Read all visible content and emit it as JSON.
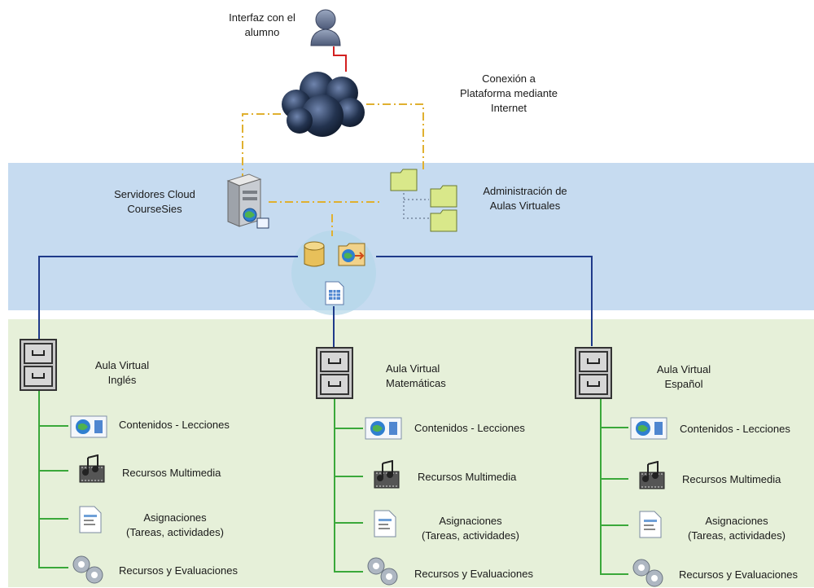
{
  "student": {
    "label_line1": "Interfaz con el",
    "label_line2": "alumno"
  },
  "internet": {
    "label_line1": "Conexión a",
    "label_line2": "Plataforma mediante",
    "label_line3": "Internet"
  },
  "servers": {
    "label_line1": "Servidores Cloud",
    "label_line2": "CourseSies"
  },
  "admin": {
    "label_line1": "Administración de",
    "label_line2": "Aulas Virtuales"
  },
  "classrooms": [
    {
      "title_line1": "Aula Virtual",
      "title_line2": "Inglés"
    },
    {
      "title_line1": "Aula Virtual",
      "title_line2": "Matemáticas"
    },
    {
      "title_line1": "Aula Virtual",
      "title_line2": "Español"
    }
  ],
  "resources": {
    "contents": "Contenidos - Lecciones",
    "multimedia": "Recursos Multimedia",
    "assignments_line1": "Asignaciones",
    "assignments_line2": "(Tareas, actividades)",
    "evaluations": "Recursos y Evaluaciones"
  },
  "colors": {
    "band_blue": "#c6dbf0",
    "band_green": "#e6f0d9",
    "trunk_navy": "#1f3a8a",
    "branch_green": "#3aa83a",
    "dashed_gold": "#e0b030",
    "user_link_red": "#d32020"
  }
}
